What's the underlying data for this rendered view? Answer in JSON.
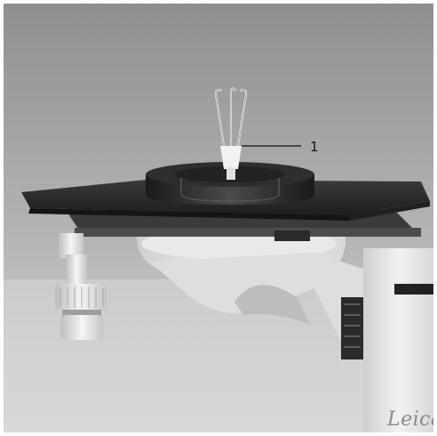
{
  "photo": {
    "subject": "microscope-stage-with-specimen-clip",
    "callouts": [
      {
        "label": "1"
      }
    ],
    "logo": "Leica"
  },
  "colors": {
    "background_top": "#9a9a9a",
    "background_bottom": "#d9d9d9",
    "stage_plate": "#2e2e2e",
    "body_white": "#e8e8e8"
  }
}
